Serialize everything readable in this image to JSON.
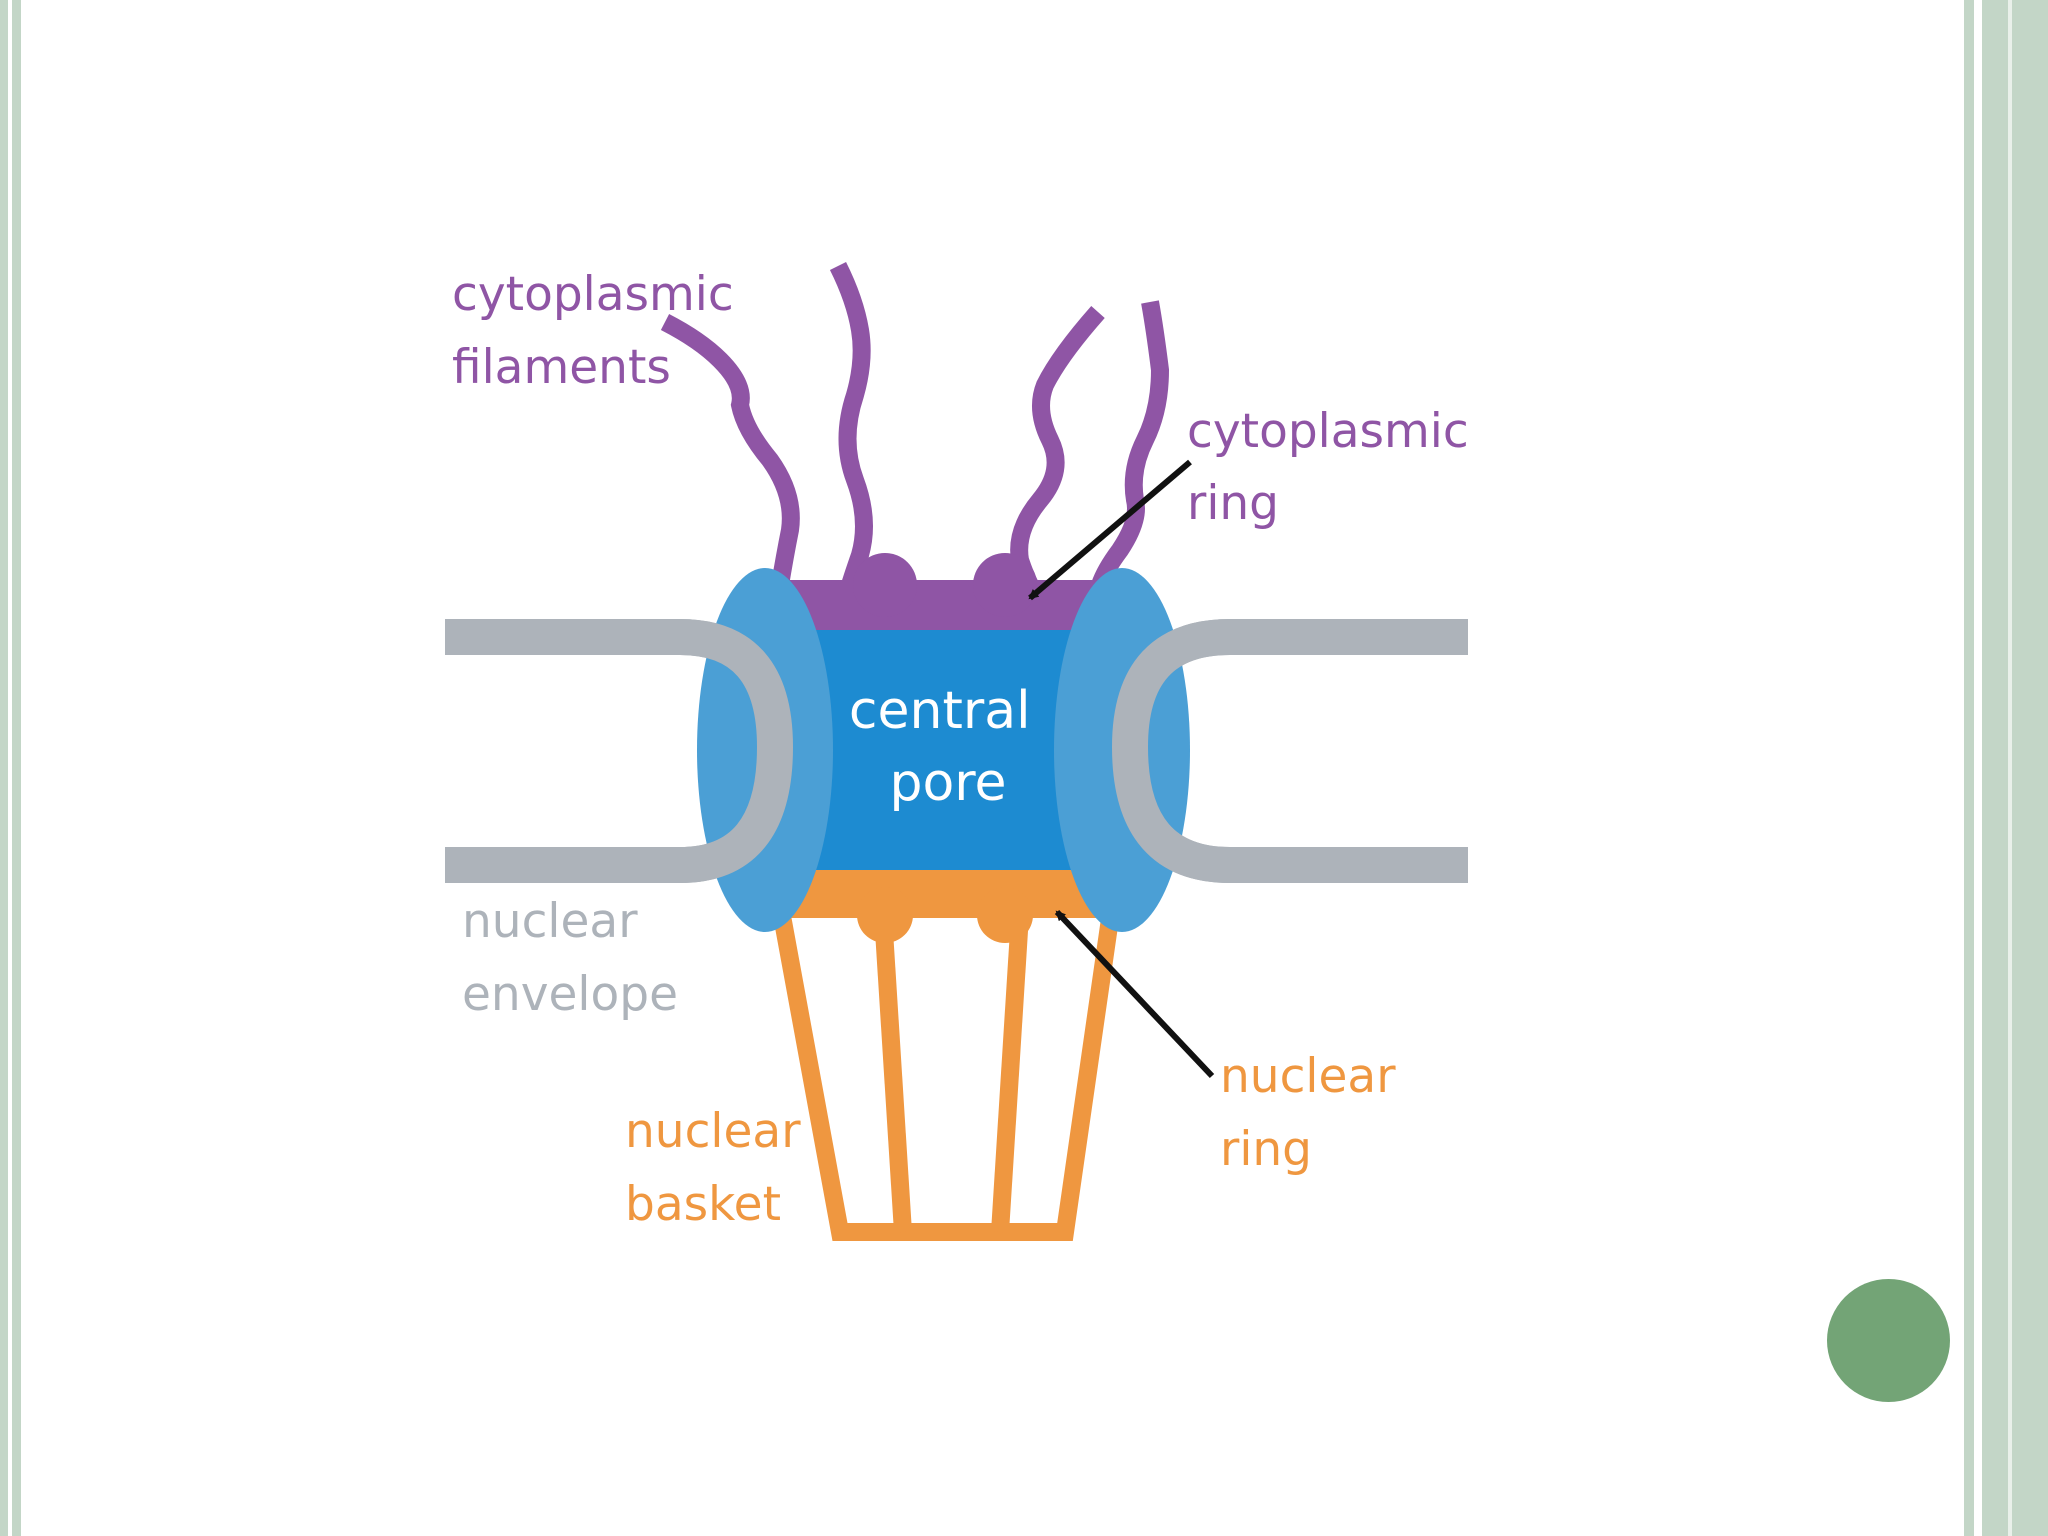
{
  "colors": {
    "frame_fill": "#c3d6c7",
    "frame_line": "#c3d6c7",
    "dot": "#73a476",
    "purple": "#8f55a5",
    "blue_pore": "#1d8bd1",
    "blue_side": "#4b9fd5",
    "gray_envelope": "#adb3ba",
    "orange": "#ef9740",
    "arrow": "#111111"
  },
  "labels": {
    "cytoplasmic_filaments": [
      "cytoplasmic",
      "filaments"
    ],
    "cytoplasmic_ring": [
      "cytoplasmic",
      "ring"
    ],
    "central_pore": [
      "central",
      "pore"
    ],
    "nuclear_envelope": [
      "nuclear",
      "envelope"
    ],
    "nuclear_ring": [
      "nuclear",
      "ring"
    ],
    "nuclear_basket": [
      "nuclear",
      "basket"
    ]
  }
}
